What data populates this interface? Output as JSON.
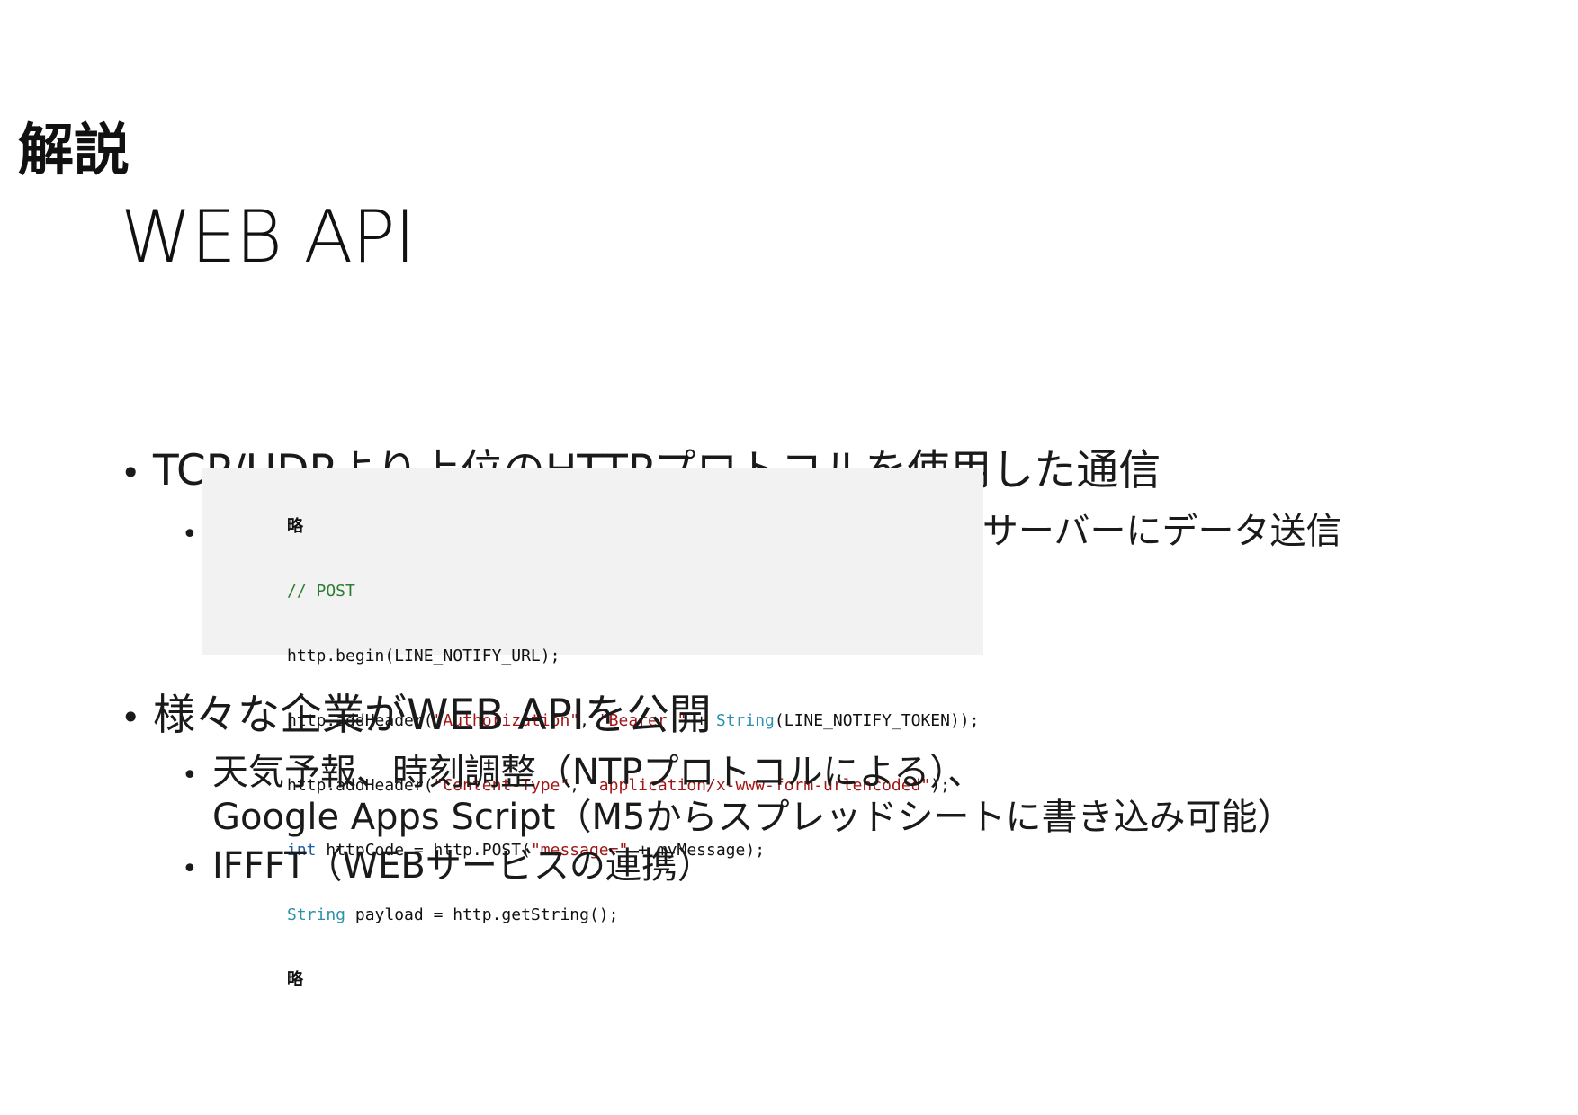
{
  "header": {
    "section_label": "解説",
    "title": "WEB API"
  },
  "bullets": {
    "b1": "TCP/UDPより上位のHTTPプロトコルを使用した通信",
    "b1_1": "HTTPプロトコルのPOSTメソッドを用いてLINEサーバーにデータ送信",
    "b2": "様々な企業がWEB APIを公開",
    "b2_1_line1": "天気予報、時刻調整（NTPプロトコルによる）、",
    "b2_1_line2": "Google Apps Script（M5からスプレッドシートに書き込み可能）",
    "b2_2": "IFFFT（WEBサービスの連携）",
    "bullet_glyph": "•"
  },
  "code": {
    "line1": "略",
    "line2": "// POST",
    "line3": "http.begin(LINE_NOTIFY_URL);",
    "line4_a": "http.addHeader(",
    "line4_b": "\"Authorization\"",
    "line4_c": ", ",
    "line4_d": "\"Bearer \"",
    "line4_e": " + ",
    "line4_f": "String",
    "line4_g": "(LINE_NOTIFY_TOKEN));",
    "line5_a": "http.addHeader(",
    "line5_b": "\"Content-Type\"",
    "line5_c": ", ",
    "line5_d": "\"application/x-www-form-urlencoded\"",
    "line5_e": ");",
    "line6_a": "int",
    "line6_b": " httpCode = http.POST(",
    "line6_c": "\"message=\"",
    "line6_d": " + myMessage);",
    "line7_a": "String",
    "line7_b": " payload = http.getString();",
    "line8": "略"
  },
  "colors": {
    "code_background": "#f2f2f2",
    "comment": "#2e7d32",
    "string": "#a31515",
    "type": "#2b91af",
    "keyword": "#1f5aa6"
  }
}
